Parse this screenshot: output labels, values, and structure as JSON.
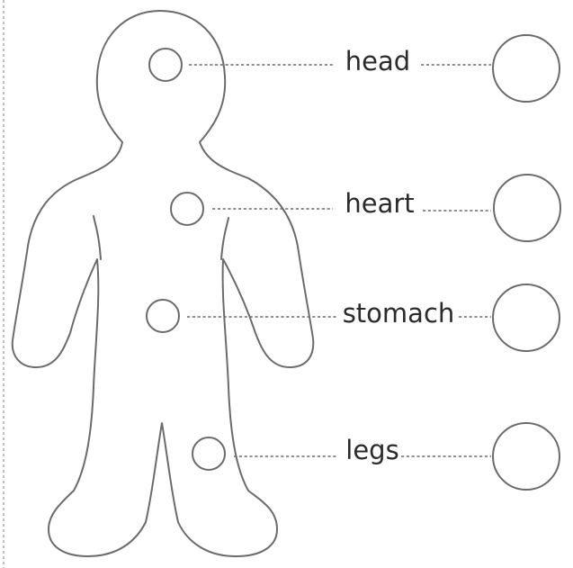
{
  "labels": {
    "head": "head",
    "heart": "heart",
    "stomach": "stomach",
    "legs": "legs"
  },
  "colors": {
    "outline": "#6b6b6b",
    "text": "#2b2b2b",
    "background": "#ffffff"
  }
}
